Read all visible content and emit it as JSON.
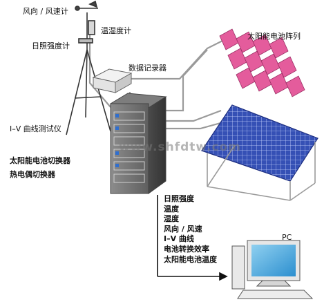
{
  "labels": {
    "wind": "风向 / 风速计",
    "humidity": "温湿度计",
    "irradiance": "日照强度计",
    "logger": "数据记录器",
    "solar_array": "太阳能电池阵列",
    "iv_tester": "I–V 曲线测试仪",
    "cell_switch": "太阳能电池切换器",
    "thermo_switch": "热电偶切换器",
    "pc": "PC"
  },
  "outputs": [
    "日照强度",
    "温度",
    "湿度",
    "风向 / 风速",
    "I–V 曲线",
    "电池转换效率",
    "太阳能电池温度"
  ],
  "watermark": "www.shfdtw.com",
  "colors": {
    "module_pink": "#e45c9c",
    "module_blue": "#2f47a8",
    "wire": "#9a9a9a",
    "rack": "#6a6a6a"
  }
}
